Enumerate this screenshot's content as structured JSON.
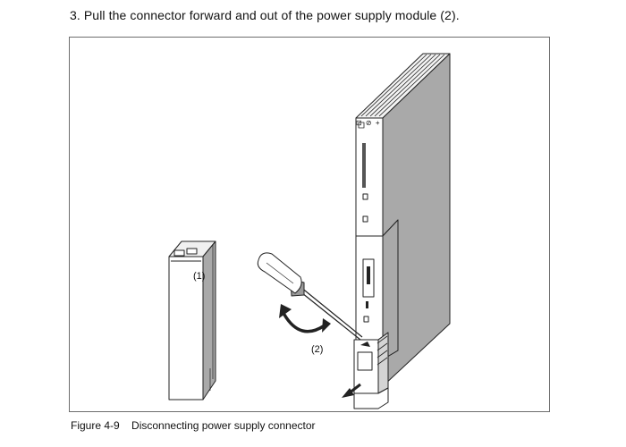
{
  "instruction": {
    "text": "3. Pull the connector forward and out of the power supply module (2)."
  },
  "figure": {
    "callouts": {
      "screwdriver": "(1)",
      "connector": "(2)"
    },
    "module_front_symbols": "⊡ ⊘ +"
  },
  "caption": {
    "number": "Figure 4-9",
    "title": "Disconnecting power supply connector"
  },
  "colors": {
    "line": "#222222",
    "shade": "#a9a9a9",
    "frame": "#6e6e6e"
  }
}
